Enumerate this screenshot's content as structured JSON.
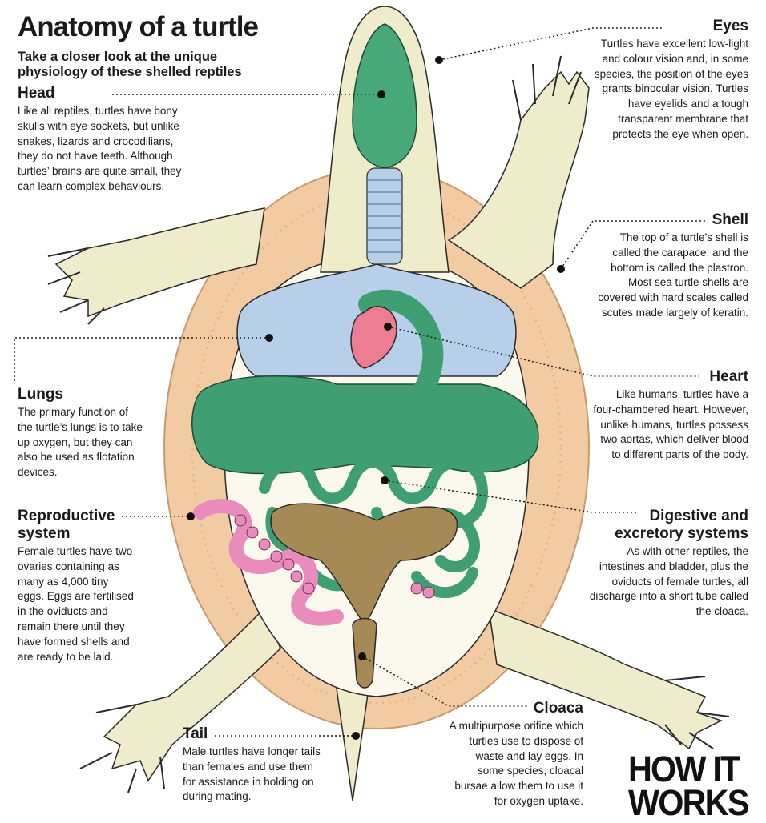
{
  "title": "Anatomy of a turtle",
  "subtitle": "Take a closer look at the unique physiology of these shelled reptiles",
  "labels": {
    "head": {
      "heading": "Head",
      "body": "Like all reptiles, turtles have bony skulls with eye sockets, but unlike snakes, lizards and crocodilians, they do not have teeth. Although turtles’ brains are quite small, they can learn complex behaviours."
    },
    "eyes": {
      "heading": "Eyes",
      "body": "Turtles have excellent low-light and colour vision and, in some species, the position of the eyes grants binocular vision. Turtles have eyelids and a tough transparent membrane that protects the eye when open."
    },
    "shell": {
      "heading": "Shell",
      "body": "The top of a turtle’s shell is called the carapace, and the bottom is called the plastron. Most sea turtle shells are covered with hard scales called scutes made largely of keratin."
    },
    "lungs": {
      "heading": "Lungs",
      "body": "The primary function of the turtle’s lungs is to take up oxygen, but they can also be used as flotation devices."
    },
    "heart": {
      "heading": "Heart",
      "body": "Like humans, turtles have a four-chambered heart. However, unlike humans, turtles possess two aortas, which deliver blood to different parts of the body."
    },
    "reproductive": {
      "heading": "Reproductive system",
      "body": "Female turtles have two ovaries containing as many as 4,000 tiny eggs. Eggs are fertilised in the oviducts and remain there until they have formed shells and are ready to be laid."
    },
    "digestive": {
      "heading": "Digestive and excretory systems",
      "body": "As with other reptiles, the intestines and bladder, plus the oviducts of female turtles, all discharge into a short tube called the cloaca."
    },
    "tail": {
      "heading": "Tail",
      "body": "Male turtles have longer tails than females and use them for assistance in holding on during mating."
    },
    "cloaca": {
      "heading": "Cloaca",
      "body": "A multipurpose orifice which turtles use to dispose of waste and lay eggs. In some species, cloacal bursae allow them to use it for oxygen uptake."
    }
  },
  "logo": {
    "line1": "HOW IT",
    "line2": "WORKS"
  },
  "colors": {
    "shell": "#f2c9a0",
    "skin": "#efeccb",
    "organ_green": "#3f9f72",
    "lung_blue": "#b7cfe8",
    "heart_pink": "#ec7d92",
    "bladder_brown": "#a58a55",
    "ovary_pink": "#e98cbb"
  }
}
